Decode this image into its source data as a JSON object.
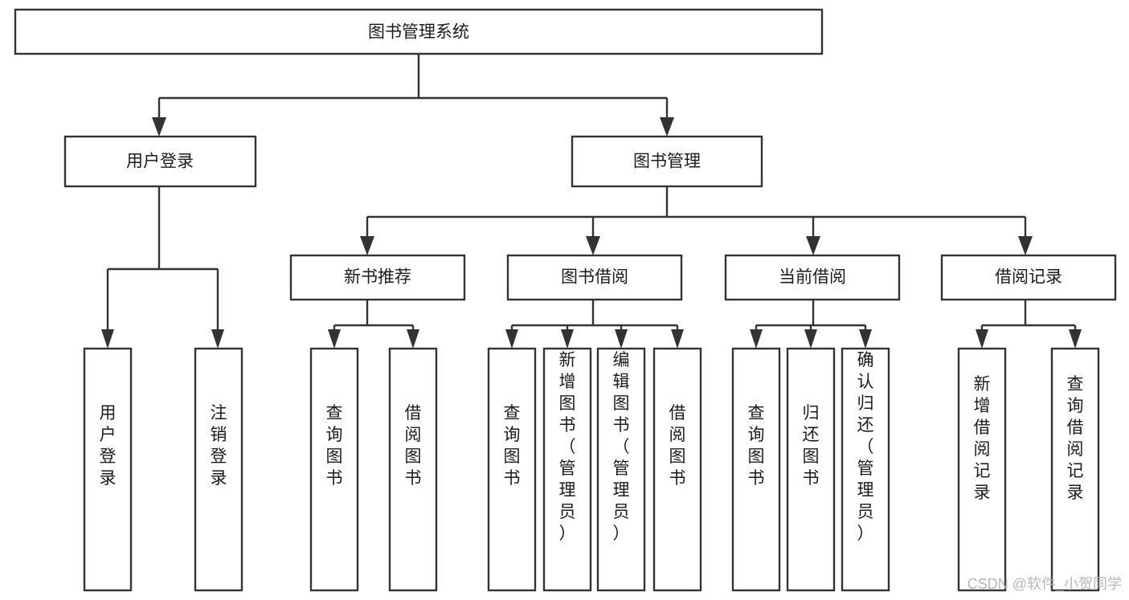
{
  "diagram": {
    "type": "tree-hierarchy",
    "title": "图书管理系统",
    "orientation": "top-down",
    "colors": {
      "box_fill": "#ffffff",
      "box_stroke": "#333333",
      "text": "#1b1b1b",
      "connector": "#333333",
      "watermark": "#b6b6b6",
      "background": "#ffffff"
    },
    "levels": [
      {
        "level": 1,
        "nodes": [
          {
            "id": "root",
            "label": "图书管理系统",
            "orientation": "horizontal"
          }
        ]
      },
      {
        "level": 2,
        "nodes": [
          {
            "id": "user-login",
            "label": "用户登录",
            "orientation": "horizontal",
            "parent": "root"
          },
          {
            "id": "book-manage",
            "label": "图书管理",
            "orientation": "horizontal",
            "parent": "root"
          }
        ]
      },
      {
        "level": 3,
        "nodes": [
          {
            "id": "new-book-rec",
            "label": "新书推荐",
            "orientation": "horizontal",
            "parent": "book-manage"
          },
          {
            "id": "book-borrow",
            "label": "图书借阅",
            "orientation": "horizontal",
            "parent": "book-manage"
          },
          {
            "id": "current-borrow",
            "label": "当前借阅",
            "orientation": "horizontal",
            "parent": "book-manage"
          },
          {
            "id": "borrow-record",
            "label": "借阅记录",
            "orientation": "horizontal",
            "parent": "book-manage"
          }
        ]
      },
      {
        "level": 4,
        "nodes": [
          {
            "id": "leaf-user-login",
            "label": "用户登录",
            "orientation": "vertical",
            "parent": "user-login"
          },
          {
            "id": "leaf-user-logout",
            "label": "注销登录",
            "orientation": "vertical",
            "parent": "user-login"
          },
          {
            "id": "leaf-rec-query",
            "label": "查询图书",
            "orientation": "vertical",
            "parent": "new-book-rec"
          },
          {
            "id": "leaf-rec-borrow",
            "label": "借阅图书",
            "orientation": "vertical",
            "parent": "new-book-rec"
          },
          {
            "id": "leaf-borrow-query",
            "label": "查询图书",
            "orientation": "vertical",
            "parent": "book-borrow"
          },
          {
            "id": "leaf-borrow-add",
            "label": "新增图书（管理员）",
            "orientation": "vertical",
            "parent": "book-borrow"
          },
          {
            "id": "leaf-borrow-edit",
            "label": "编辑图书（管理员）",
            "orientation": "vertical",
            "parent": "book-borrow"
          },
          {
            "id": "leaf-borrow-lend",
            "label": "借阅图书",
            "orientation": "vertical",
            "parent": "book-borrow"
          },
          {
            "id": "leaf-cur-query",
            "label": "查询图书",
            "orientation": "vertical",
            "parent": "current-borrow"
          },
          {
            "id": "leaf-cur-return",
            "label": "归还图书",
            "orientation": "vertical",
            "parent": "current-borrow"
          },
          {
            "id": "leaf-cur-confirm",
            "label": "确认归还（管理员）",
            "orientation": "vertical",
            "parent": "current-borrow"
          },
          {
            "id": "leaf-rec-add",
            "label": "新增借阅记录",
            "orientation": "vertical",
            "parent": "borrow-record"
          },
          {
            "id": "leaf-rec-search",
            "label": "查询借阅记录",
            "orientation": "vertical",
            "parent": "borrow-record"
          }
        ]
      }
    ]
  },
  "watermark": {
    "label": "CSDN @软件_小贺同学"
  }
}
